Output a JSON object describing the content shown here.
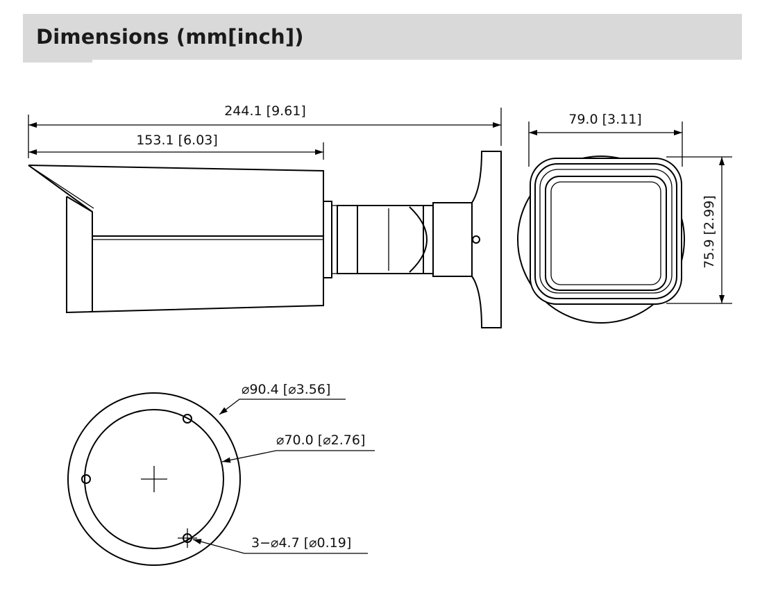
{
  "header": {
    "title": "Dimensions (mm[inch])"
  },
  "side_view": {
    "overall_length": "244.1 [9.61]",
    "housing_length": "153.1 [6.03]"
  },
  "front_view": {
    "width": "79.0 [3.11]",
    "height": "75.9 [2.99]"
  },
  "base_view": {
    "outer_diameter": "⌀90.4 [⌀3.56]",
    "hole_circle_diameter": "⌀70.0 [⌀2.76]",
    "mounting_holes": "3−⌀4.7 [⌀0.19]"
  },
  "colors": {
    "header_background": "#d9d9d9",
    "line": "#000000"
  }
}
